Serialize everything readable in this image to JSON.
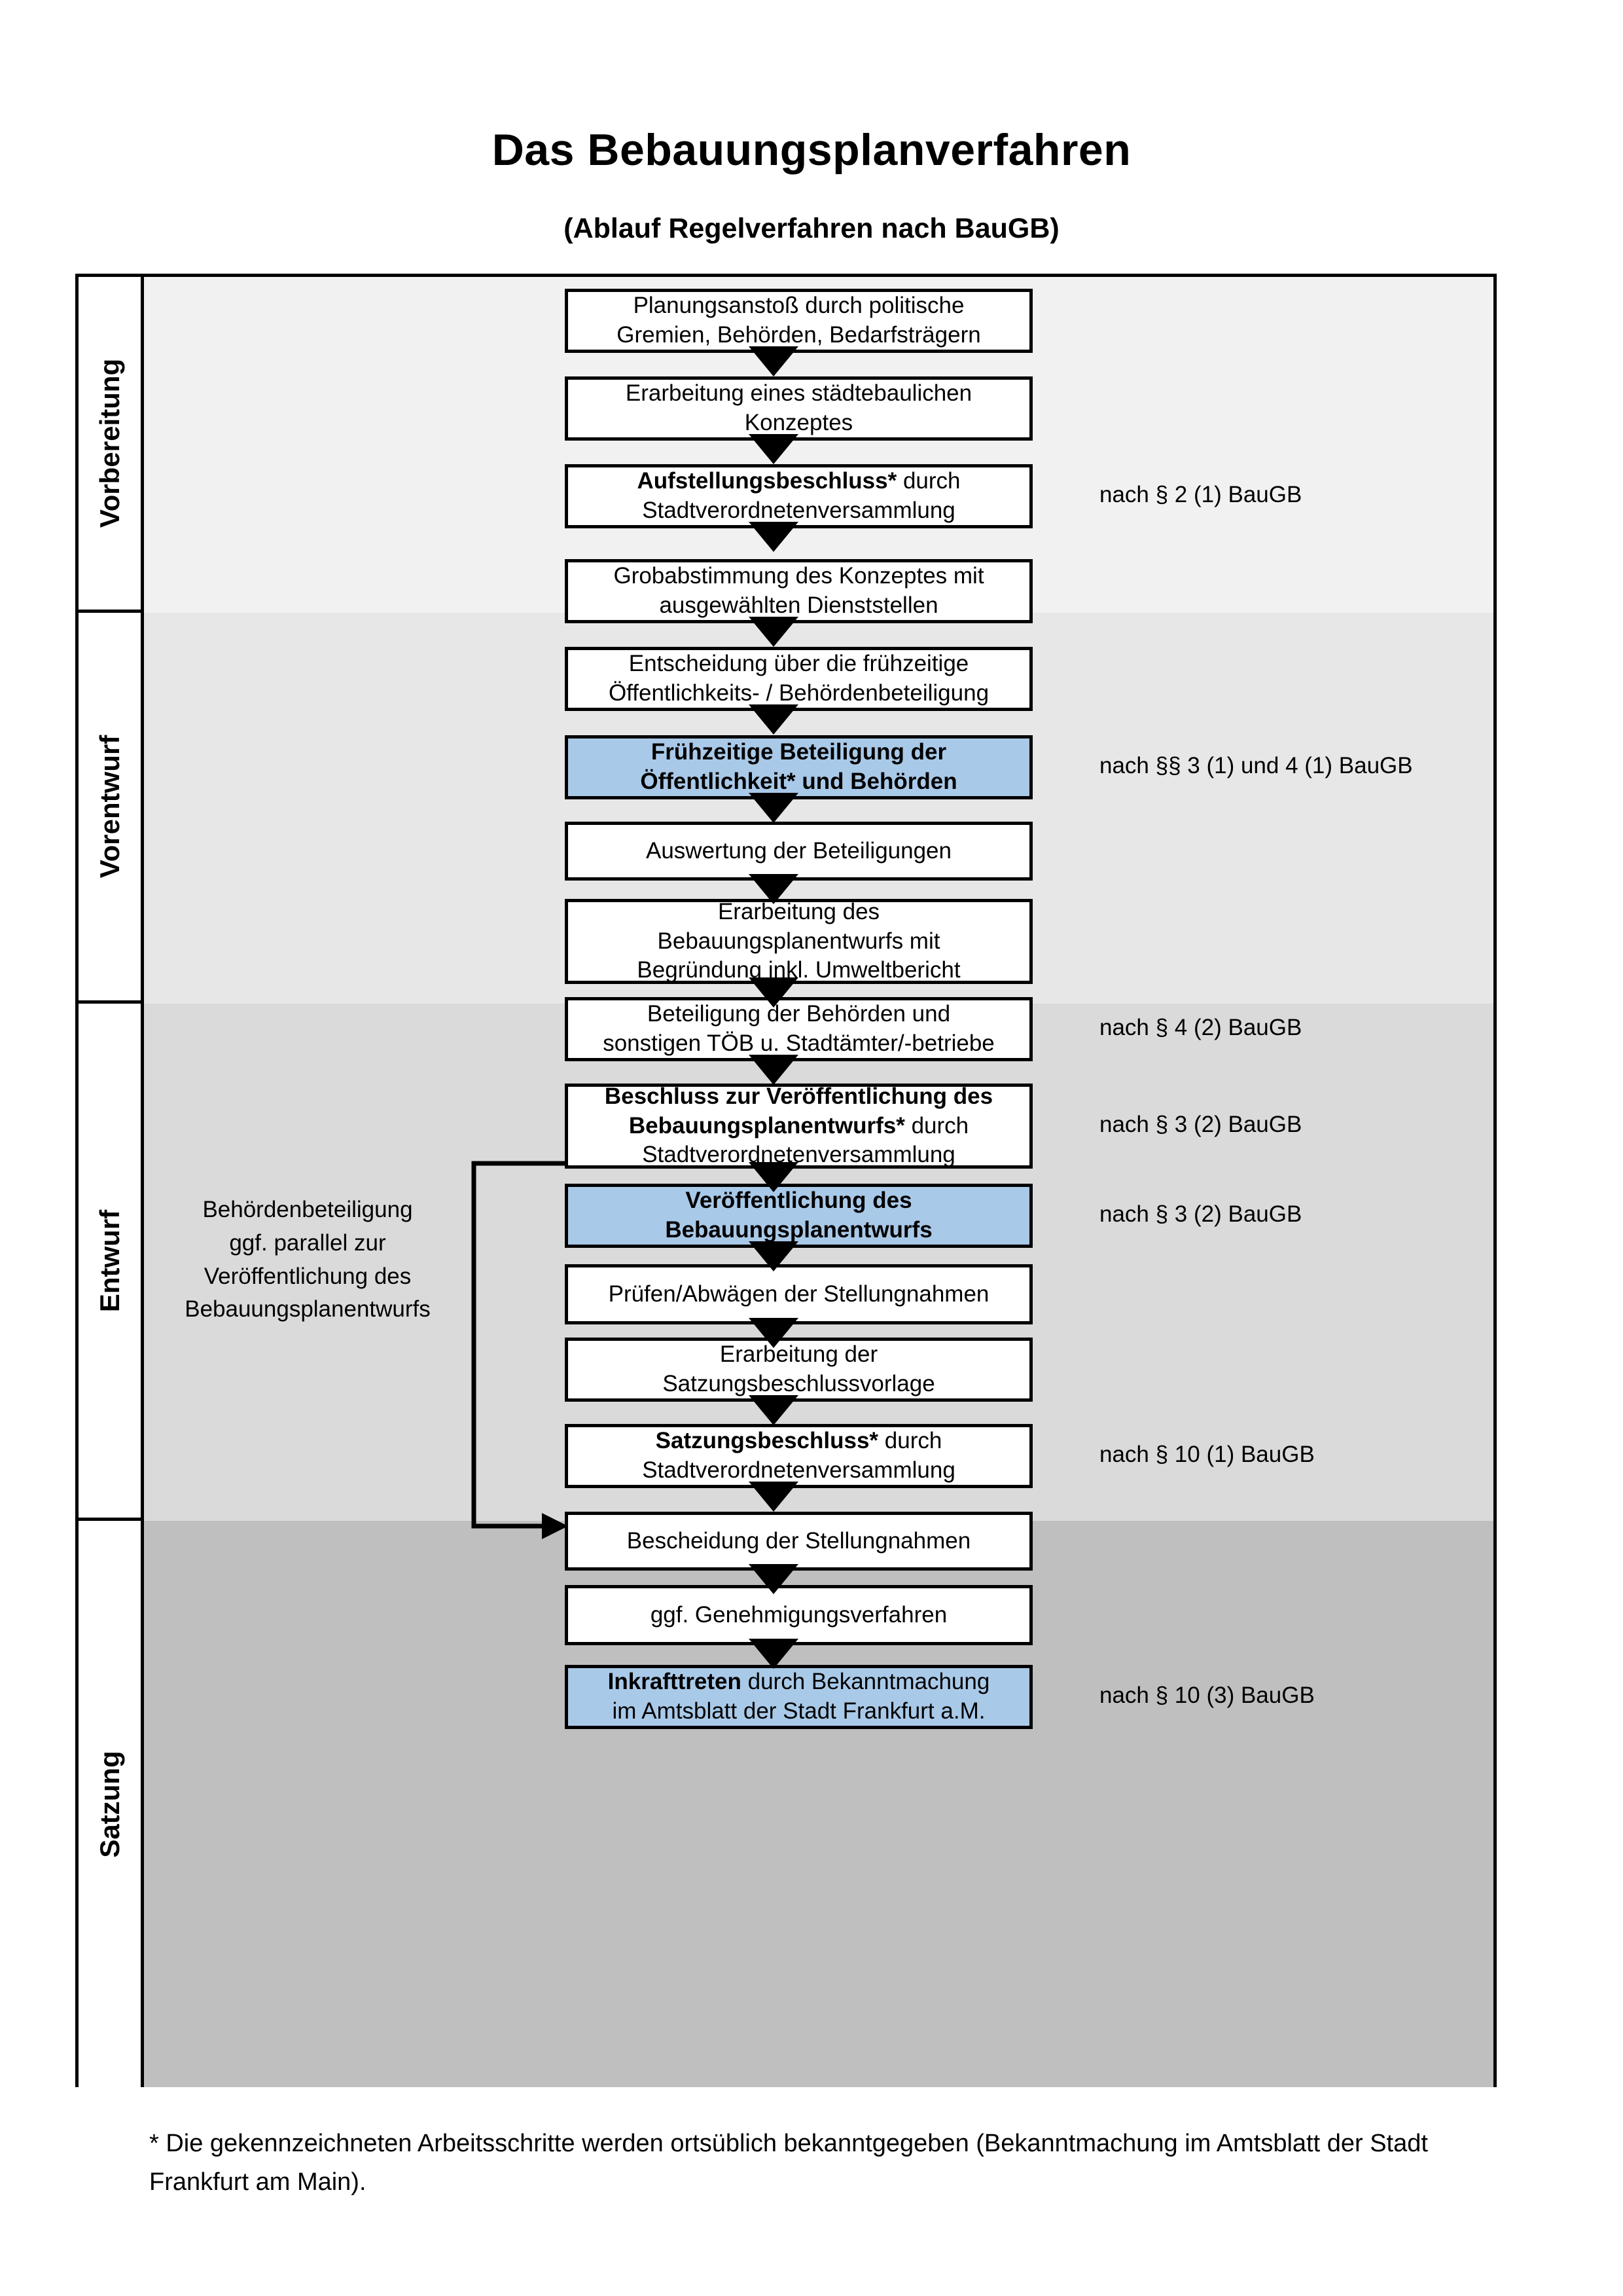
{
  "header": {
    "title": "Das Bebauungsplanverfahren",
    "subtitle": "(Ablauf Regelverfahren nach BauGB)"
  },
  "phases": [
    {
      "label": "Vorbereitung",
      "band_color": "#f1f1f1"
    },
    {
      "label": "Vorentwurf",
      "band_color": "#e7e7e7"
    },
    {
      "label": "Entwurf",
      "band_color": "#dadada"
    },
    {
      "label": "Satzung",
      "band_color": "#bfbfbf"
    }
  ],
  "colors": {
    "highlight_blue": "#a9c9e8",
    "border_black": "#000000",
    "box_white": "#ffffff"
  },
  "nodes": [
    {
      "id": "n1",
      "phase": "Vorbereitung",
      "highlight": false,
      "lines": [
        {
          "text": "Planungsanstoß durch politische",
          "bold": false
        },
        {
          "text": "Gremien, Behörden, Bedarfsträgern",
          "bold": false
        }
      ]
    },
    {
      "id": "n2",
      "phase": "Vorbereitung",
      "highlight": false,
      "lines": [
        {
          "text": "Erarbeitung eines städtebaulichen",
          "bold": false
        },
        {
          "text": "Konzeptes",
          "bold": false
        }
      ]
    },
    {
      "id": "n3",
      "phase": "Vorbereitung",
      "highlight": false,
      "lines": [
        {
          "text": "Aufstellungsbeschluss*",
          "bold": true,
          "suffix": " durch"
        },
        {
          "text": "Stadtverordnetenversammlung",
          "bold": false
        }
      ]
    },
    {
      "id": "n4",
      "phase": "Vorentwurf",
      "highlight": false,
      "lines": [
        {
          "text": "Grobabstimmung des Konzeptes mit",
          "bold": false
        },
        {
          "text": "ausgewählten Dienststellen",
          "bold": false
        }
      ]
    },
    {
      "id": "n5",
      "phase": "Vorentwurf",
      "highlight": false,
      "lines": [
        {
          "text": "Entscheidung über die frühzeitige",
          "bold": false
        },
        {
          "text": "Öffentlichkeits- / Behördenbeteiligung",
          "bold": false
        }
      ]
    },
    {
      "id": "n6",
      "phase": "Vorentwurf",
      "highlight": true,
      "lines": [
        {
          "text": "Frühzeitige Beteiligung der",
          "bold": true
        },
        {
          "text": "Öffentlichkeit* und Behörden",
          "bold": true
        }
      ]
    },
    {
      "id": "n7",
      "phase": "Entwurf",
      "highlight": false,
      "lines": [
        {
          "text": "Auswertung der Beteiligungen",
          "bold": false
        }
      ]
    },
    {
      "id": "n8",
      "phase": "Entwurf",
      "highlight": false,
      "lines": [
        {
          "text": "Erarbeitung des",
          "bold": false
        },
        {
          "text": "Bebauungsplanentwurfs mit",
          "bold": false
        },
        {
          "text": "Begründung inkl. Umweltbericht",
          "bold": false
        }
      ]
    },
    {
      "id": "n9",
      "phase": "Entwurf",
      "highlight": false,
      "lines": [
        {
          "text": "Beteiligung der Behörden und",
          "bold": false
        },
        {
          "text": "sonstigen TÖB u. Stadtämter/-betriebe",
          "bold": false
        }
      ]
    },
    {
      "id": "n10",
      "phase": "Entwurf",
      "highlight": false,
      "lines": [
        {
          "text": "Beschluss zur Veröffentlichung des",
          "bold": true
        },
        {
          "text": "Bebauungsplanentwurfs*",
          "bold": true,
          "suffix": " durch"
        },
        {
          "text": "Stadtverordnetenversammlung",
          "bold": false
        }
      ]
    },
    {
      "id": "n11",
      "phase": "Entwurf",
      "highlight": true,
      "lines": [
        {
          "text": "Veröffentlichung des",
          "bold": true
        },
        {
          "text": "Bebauungsplanentwurfs",
          "bold": true
        }
      ]
    },
    {
      "id": "n12",
      "phase": "Satzung",
      "highlight": false,
      "lines": [
        {
          "text": "Prüfen/Abwägen der Stellungnahmen",
          "bold": false
        }
      ]
    },
    {
      "id": "n13",
      "phase": "Satzung",
      "highlight": false,
      "lines": [
        {
          "text": "Erarbeitung der",
          "bold": false
        },
        {
          "text": "Satzungsbeschlussvorlage",
          "bold": false
        }
      ]
    },
    {
      "id": "n14",
      "phase": "Satzung",
      "highlight": false,
      "lines": [
        {
          "text": "Satzungsbeschluss*",
          "bold": true,
          "suffix": " durch"
        },
        {
          "text": "Stadtverordnetenversammlung",
          "bold": false
        }
      ]
    },
    {
      "id": "n15",
      "phase": "Satzung",
      "highlight": false,
      "lines": [
        {
          "text": "Bescheidung der Stellungnahmen",
          "bold": false
        }
      ]
    },
    {
      "id": "n16",
      "phase": "Satzung",
      "highlight": false,
      "lines": [
        {
          "text": "ggf. Genehmigungsverfahren",
          "bold": false
        }
      ]
    },
    {
      "id": "n17",
      "phase": "Satzung",
      "highlight": true,
      "lines": [
        {
          "text": "Inkrafttreten",
          "bold": true,
          "suffix": " durch Bekanntmachung"
        },
        {
          "text": "im Amtsblatt der Stadt Frankfurt a.M.",
          "bold": false
        }
      ]
    }
  ],
  "legal_refs": [
    {
      "id": "r1",
      "text": "nach § 2 (1) BauGB",
      "for_node": "n3"
    },
    {
      "id": "r2",
      "text": "nach §§ 3 (1) und 4 (1) BauGB",
      "for_node": "n6"
    },
    {
      "id": "r3",
      "text": "nach § 4 (2) BauGB",
      "for_node": "n9"
    },
    {
      "id": "r4",
      "text": "nach § 3 (2) BauGB",
      "for_node": "n10"
    },
    {
      "id": "r5",
      "text": "nach § 3 (2) BauGB",
      "for_node": "n11"
    },
    {
      "id": "r6",
      "text": "nach § 10 (1) BauGB",
      "for_node": "n14"
    },
    {
      "id": "r7",
      "text": "nach § 10 (3) BauGB",
      "for_node": "n17"
    }
  ],
  "side_note": {
    "lines": [
      "Behördenbeteiligung",
      "ggf. parallel zur",
      "Veröffentlichung des",
      "Bebauungsplanentwurfs"
    ]
  },
  "footnote": {
    "text": "* Die gekennzeichneten Arbeitsschritte werden ortsüblich bekanntgegeben (Bekanntmachung im Amtsblatt  der Stadt Frankfurt am Main)."
  }
}
